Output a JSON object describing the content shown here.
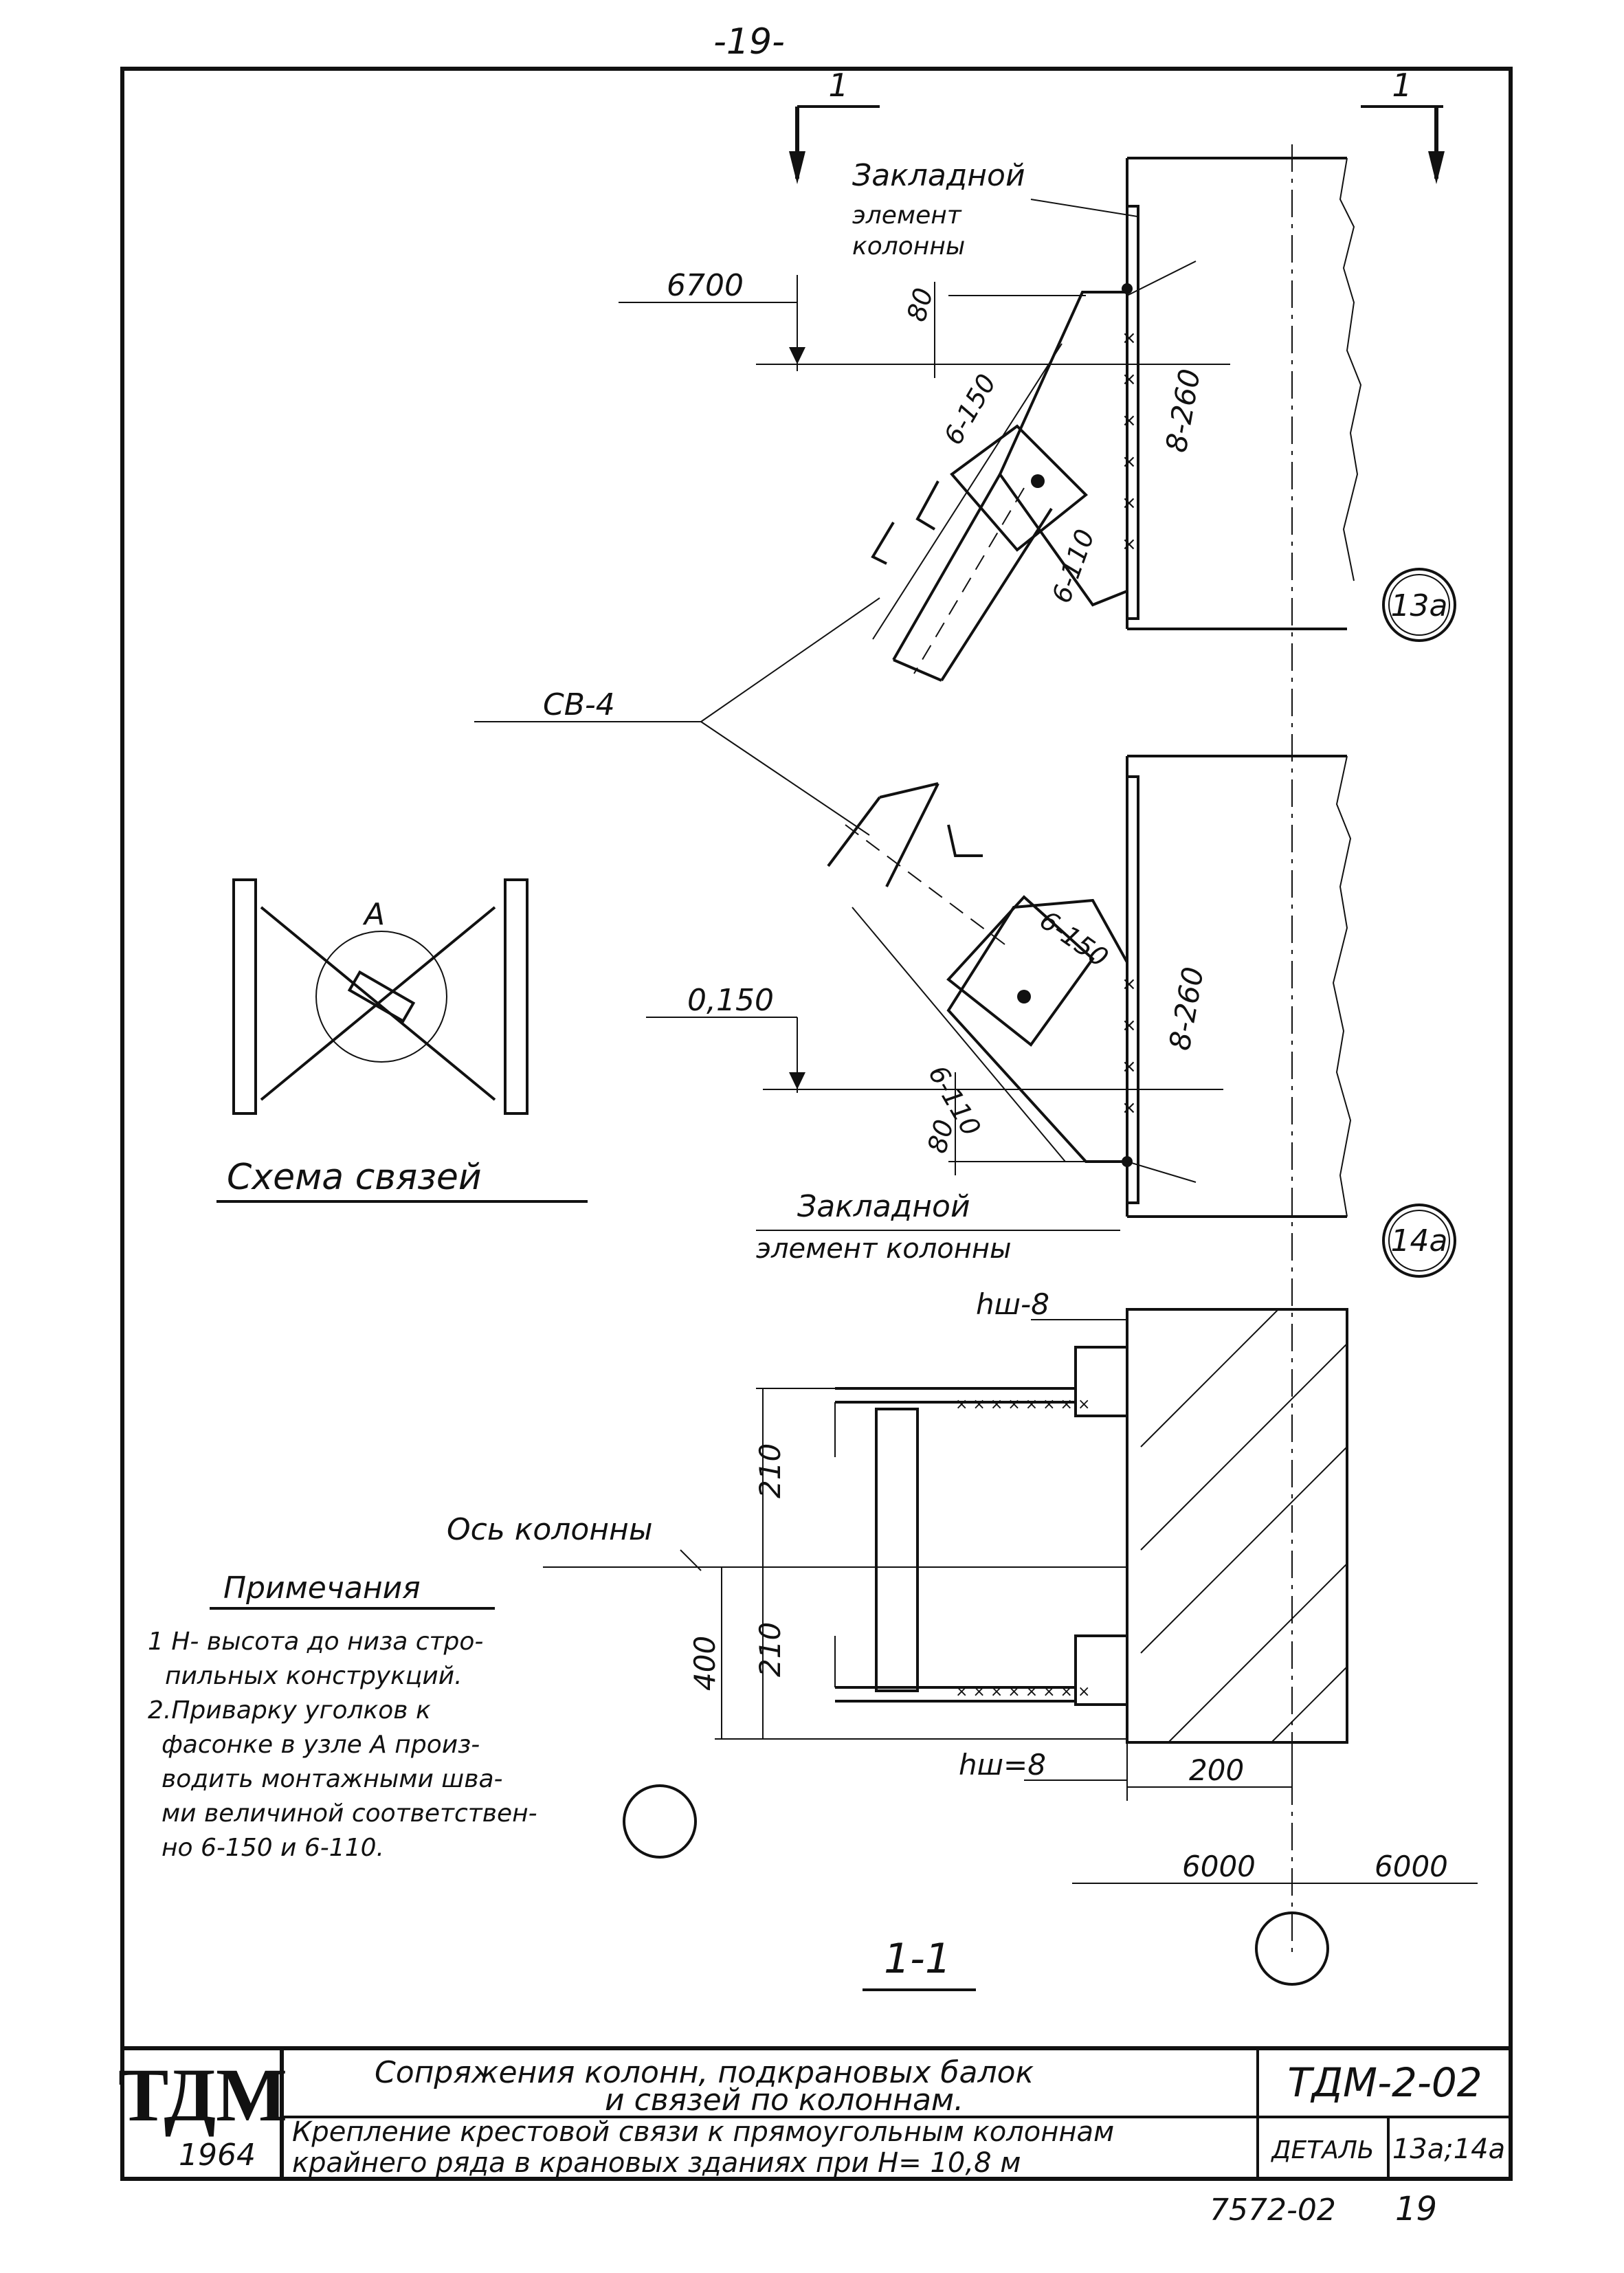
{
  "page_number": "-19-",
  "section_mark": "1",
  "top_detail": {
    "embedded_label_line1": "Закладной",
    "embedded_label_line2": "элемент",
    "embedded_label_line3": "колонны",
    "elevation": "6700",
    "dim_80": "80",
    "weld_6_150": "6-150",
    "weld_6_110": "6-110",
    "weld_8_260": "8-260",
    "circle_label": "13а"
  },
  "brace_label": "СВ-4",
  "scheme": {
    "node_label": "А",
    "title": "Схема связей"
  },
  "bottom_detail": {
    "weld_6_150": "6-150",
    "weld_6_110": "6-110",
    "weld_8_260": "8-260",
    "elevation": "0,150",
    "dim_80": "80",
    "embedded_label_line1": "Закладной",
    "embedded_label_line2": "элемент колонны",
    "circle_label": "14а"
  },
  "section": {
    "weld_top": "hш-8",
    "weld_bottom": "hш=8",
    "dim_210_top": "210",
    "dim_210_bottom": "210",
    "dim_400": "400",
    "dim_200": "200",
    "column_axis_label": "Ось колонны",
    "span_left": "6000",
    "span_right": "6000",
    "title": "1-1"
  },
  "notes": {
    "title": "Примечания",
    "lines": [
      "1 Н- высота до низа стро-",
      "пильных конструкций.",
      "2.Приварку уголков к",
      "фасонке в узле А произ-",
      "водить монтажными шва-",
      "ми величиной соответствен-",
      "но 6-150 и 6-110."
    ]
  },
  "title_block": {
    "logo": "ТДМ",
    "year": "1964",
    "title_line1": "Сопряжения колонн, подкрановых балок",
    "title_line2": "и связей по колоннам.",
    "code": "ТДМ-2-02",
    "sub_line1": "Крепление крестовой связи к прямоугольным колоннам",
    "sub_line2": "крайнего ряда в крановых зданиях при Н= 10,8 м",
    "detail_label": "ДЕТАЛЬ",
    "detail_value": "13а;14а",
    "sheet_number": "7572-02",
    "sheet_page": "19"
  }
}
